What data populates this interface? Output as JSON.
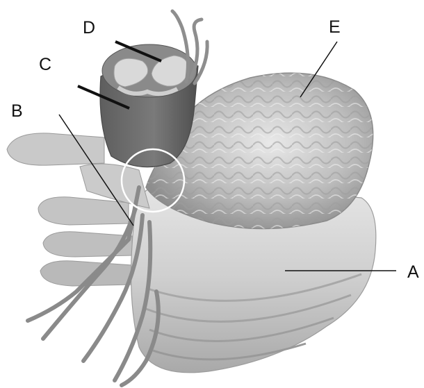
{
  "diagram": {
    "labels": {
      "A": "A",
      "B": "B",
      "C": "C",
      "D": "D",
      "E": "E"
    },
    "colors": {
      "background": "#ffffff",
      "ink": "#111111",
      "bone_light": "#d6d6d6",
      "bone_mid": "#b5b5b5",
      "bone_dark": "#8c8c8c",
      "cord_dark": "#6f6f6f",
      "nerve": "#9a9a9a",
      "highlight_circle": "#ffffff"
    }
  }
}
